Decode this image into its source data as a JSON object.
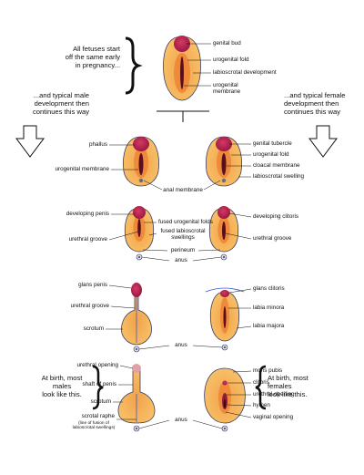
{
  "intro": {
    "start_lines": [
      "All fetuses start",
      "off the same early",
      "in pregnancy..."
    ],
    "male_lines": [
      "...and typical male",
      "development then",
      "continues this way"
    ],
    "female_lines": [
      "...and typical female",
      "development then",
      "continues this way"
    ]
  },
  "stage0": {
    "genital_bud": "genital bud",
    "urogenital_fold": "urogenital fold",
    "labioscrotal_development": "labioscrotal development",
    "urogenital_membrane_lines": [
      "urogenital",
      "membrane"
    ]
  },
  "stage1": {
    "phallus": "phallus",
    "urogenital_membrane": "urogenital membrane",
    "anal_membrane": "anal membrane",
    "genital_tubercle": "genital tubercle",
    "urogenital_fold": "urogenital fold",
    "cloacal_membrane": "cloacal membrane",
    "labioscrotal_swelling": "labioscrotal swelling"
  },
  "stage2": {
    "developing_penis": "developing penis",
    "urethral_groove_left": "urethral groove",
    "fused_urogenital_folds": "fused urogenital folds",
    "fused_labioscrotal_lines": [
      "fused labioscrotal",
      "swellings"
    ],
    "perineum": "perineum",
    "anus": "anus",
    "developing_clitoris": "developing clitoris",
    "urethral_groove_right": "urethral groove"
  },
  "stage3": {
    "glans_penis": "glans penis",
    "urethral_groove": "urethral groove",
    "scrotum": "scrotum",
    "anus": "anus",
    "glans_clitoris": "glans clitoris",
    "labia_minora": "labia minora",
    "labia_majora": "labia majora"
  },
  "stage4": {
    "urethral_opening_left": "urethral opening",
    "shaft_of_penis": "shaft of penis",
    "scrotum": "scrotum",
    "scrotal_raphe": "scrotal raphe",
    "raphe_note_lines": [
      "(line of fusion of",
      "labioscrotal swellings)"
    ],
    "anus": "anus",
    "mons_pubis": "mons pubis",
    "clitoris": "clitoris",
    "urethral_opening_right": "urethral opening",
    "hymen": "hymen",
    "vaginal_opening": "vaginal opening"
  },
  "outro": {
    "male_lines": [
      "At birth, most",
      "males",
      "look like this."
    ],
    "female_lines": [
      "At birth, most",
      "females",
      "look like  this."
    ]
  },
  "colors": {
    "skin_outer": "#f8c36a",
    "skin_outline": "#3b3b63",
    "fold": "#ef8a3b",
    "tubercle": "#b9224f",
    "slit": "#5a0f1e",
    "anus": "#6b6b86"
  }
}
